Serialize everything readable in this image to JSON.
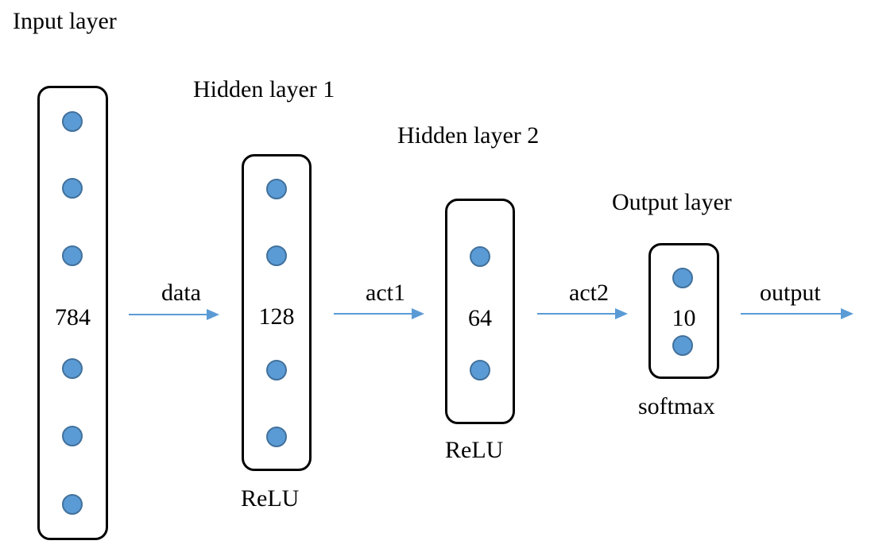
{
  "layers": {
    "input": {
      "title": "Input layer",
      "count": "784",
      "nodes_shown": 6
    },
    "hidden1": {
      "title": "Hidden layer 1",
      "count": "128",
      "activation": "ReLU",
      "nodes_shown": 4
    },
    "hidden2": {
      "title": "Hidden layer 2",
      "count": "64",
      "activation": "ReLU",
      "nodes_shown": 2
    },
    "output": {
      "title": "Output layer",
      "count": "10",
      "activation": "softmax",
      "nodes_shown": 2
    }
  },
  "edges": {
    "data": "data",
    "act1": "act1",
    "act2": "act2",
    "output": "output"
  },
  "colors": {
    "node_fill": "#5b9bd5",
    "node_stroke": "#41719c",
    "arrow": "#5b9bd5",
    "box_stroke": "#000000"
  }
}
